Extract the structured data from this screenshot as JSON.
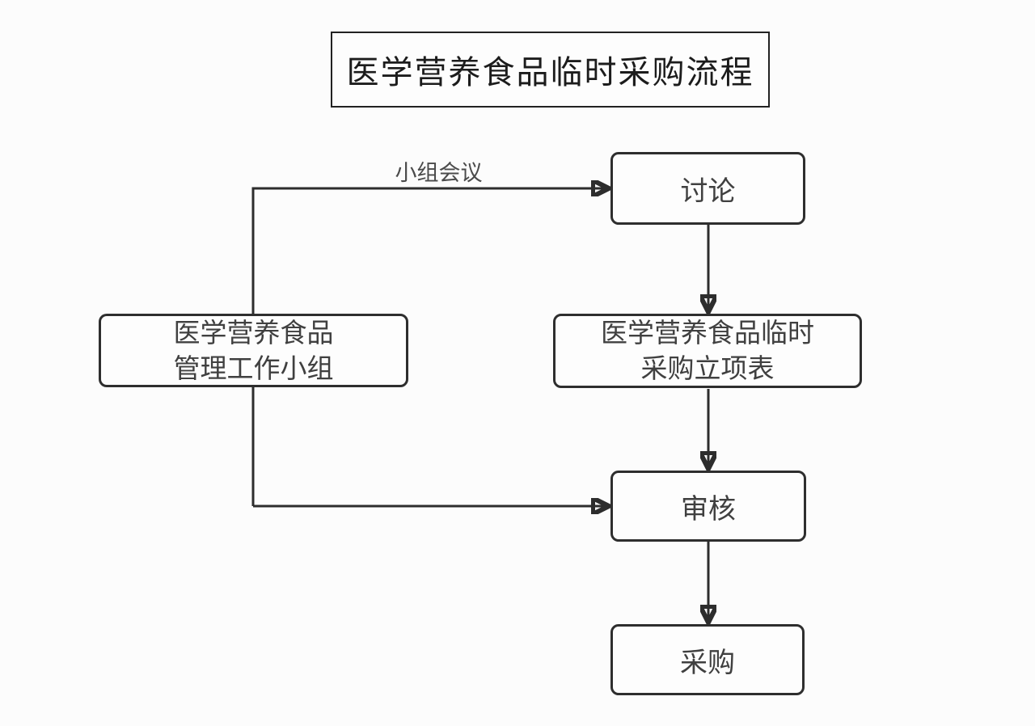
{
  "diagram": {
    "title": "医学营养食品临时采购流程",
    "nodes": {
      "group": {
        "line1": "医学营养食品",
        "line2": "管理工作小组"
      },
      "discuss": {
        "label": "讨论"
      },
      "form": {
        "line1": "医学营养食品临时",
        "line2": "采购立项表"
      },
      "review": {
        "label": "审核"
      },
      "purchase": {
        "label": "采购"
      }
    },
    "edges": [
      {
        "from": "group",
        "to": "discuss",
        "label": "小组会议"
      },
      {
        "from": "discuss",
        "to": "form",
        "label": ""
      },
      {
        "from": "form",
        "to": "review",
        "label": ""
      },
      {
        "from": "group",
        "to": "review",
        "label": ""
      },
      {
        "from": "review",
        "to": "purchase",
        "label": ""
      }
    ],
    "colors": {
      "line": "#2d2d2d",
      "border": "#2e2e2e",
      "text": "#404040",
      "title_text": "#1c1c1c",
      "background": "#fcfcfc",
      "node_fill": "#fdfdfd"
    }
  }
}
